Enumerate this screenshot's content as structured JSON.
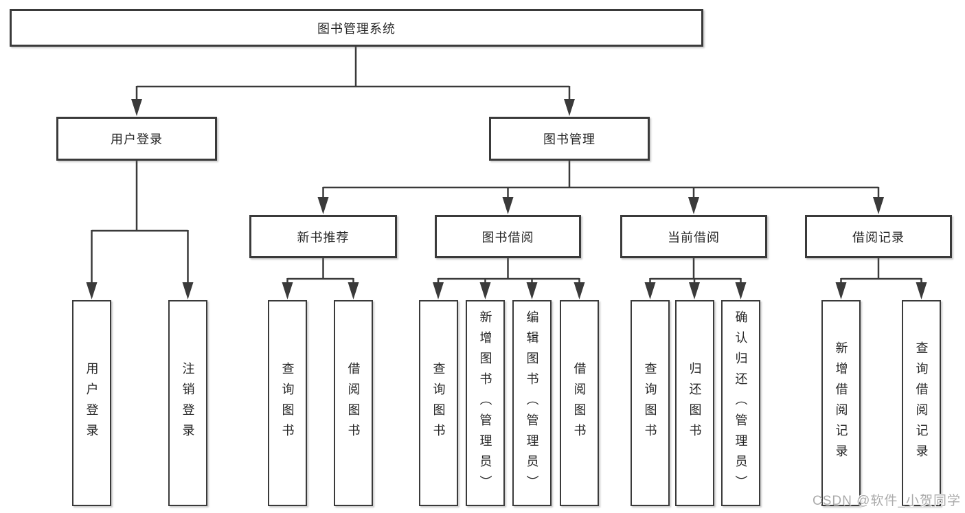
{
  "tree": {
    "root": {
      "label": "图书管理系统",
      "children": [
        {
          "label": "用户登录",
          "children": [
            {
              "label": "用户登录"
            },
            {
              "label": "注销登录"
            }
          ]
        },
        {
          "label": "图书管理",
          "children": [
            {
              "label": "新书推荐",
              "children": [
                {
                  "label": "查询图书"
                },
                {
                  "label": "借阅图书"
                }
              ]
            },
            {
              "label": "图书借阅",
              "children": [
                {
                  "label": "查询图书"
                },
                {
                  "label": "新增图书（管理员）"
                },
                {
                  "label": "编辑图书（管理员）"
                },
                {
                  "label": "借阅图书"
                }
              ]
            },
            {
              "label": "当前借阅",
              "children": [
                {
                  "label": "查询图书"
                },
                {
                  "label": "归还图书"
                },
                {
                  "label": "确认归还（管理员）"
                }
              ]
            },
            {
              "label": "借阅记录",
              "children": [
                {
                  "label": "新增借阅记录"
                },
                {
                  "label": "查询借阅记录"
                }
              ]
            }
          ]
        }
      ]
    }
  },
  "watermark": {
    "text": "CSDN @软件_小贺同学"
  },
  "colors": {
    "line": "#3a3a3a",
    "box_border": "#3a3a3a",
    "text": "#262626",
    "watermark": "#ababab",
    "background": "#ffffff"
  }
}
